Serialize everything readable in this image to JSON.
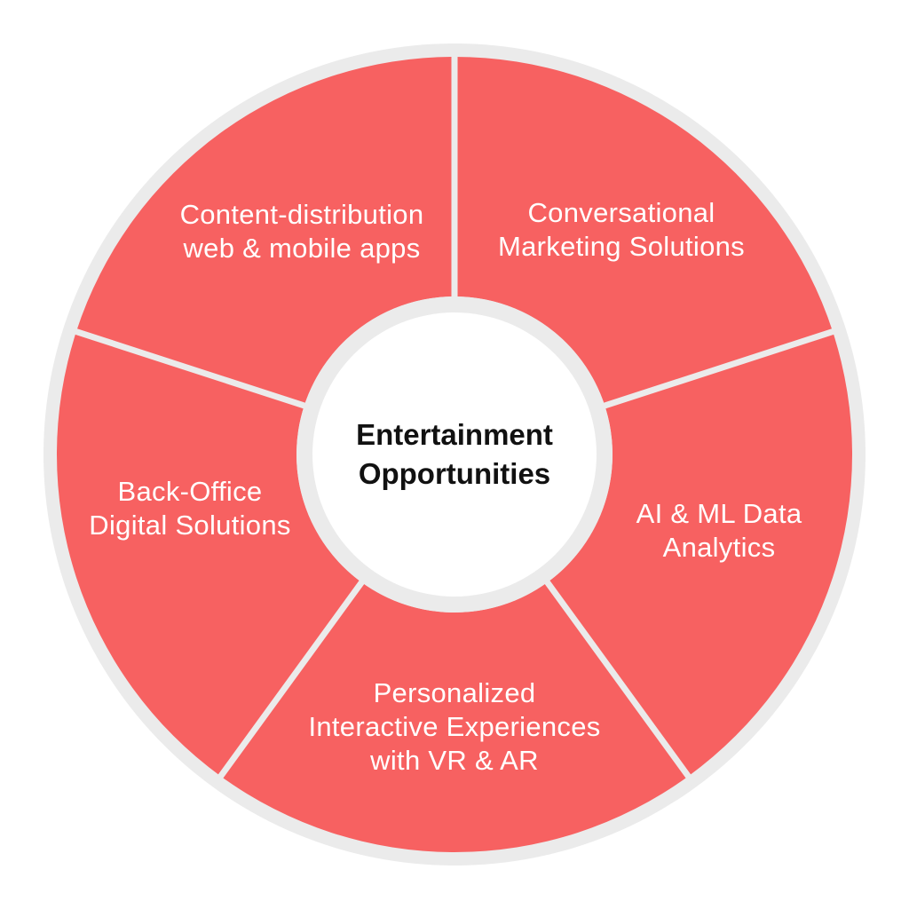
{
  "diagram": {
    "center": {
      "lines": [
        "Entertainment",
        "Opportunities"
      ]
    },
    "segments": [
      {
        "id": "content-distribution",
        "lines": [
          "Content-distribution",
          "web & mobile apps"
        ]
      },
      {
        "id": "conversational-marketing",
        "lines": [
          "Conversational",
          "Marketing Solutions"
        ]
      },
      {
        "id": "ai-ml-analytics",
        "lines": [
          "AI & ML Data",
          "Analytics"
        ]
      },
      {
        "id": "personalized-experiences",
        "lines": [
          "Personalized",
          "Interactive Experiences",
          "with VR & AR"
        ]
      },
      {
        "id": "back-office",
        "lines": [
          "Back-Office",
          "Digital Solutions"
        ]
      }
    ],
    "colors": {
      "segment": "#f76161",
      "ring": "#ebebeb",
      "divider": "#ebebeb",
      "center_fill": "#ffffff",
      "segment_text": "#ffffff",
      "center_text": "#111111"
    }
  }
}
